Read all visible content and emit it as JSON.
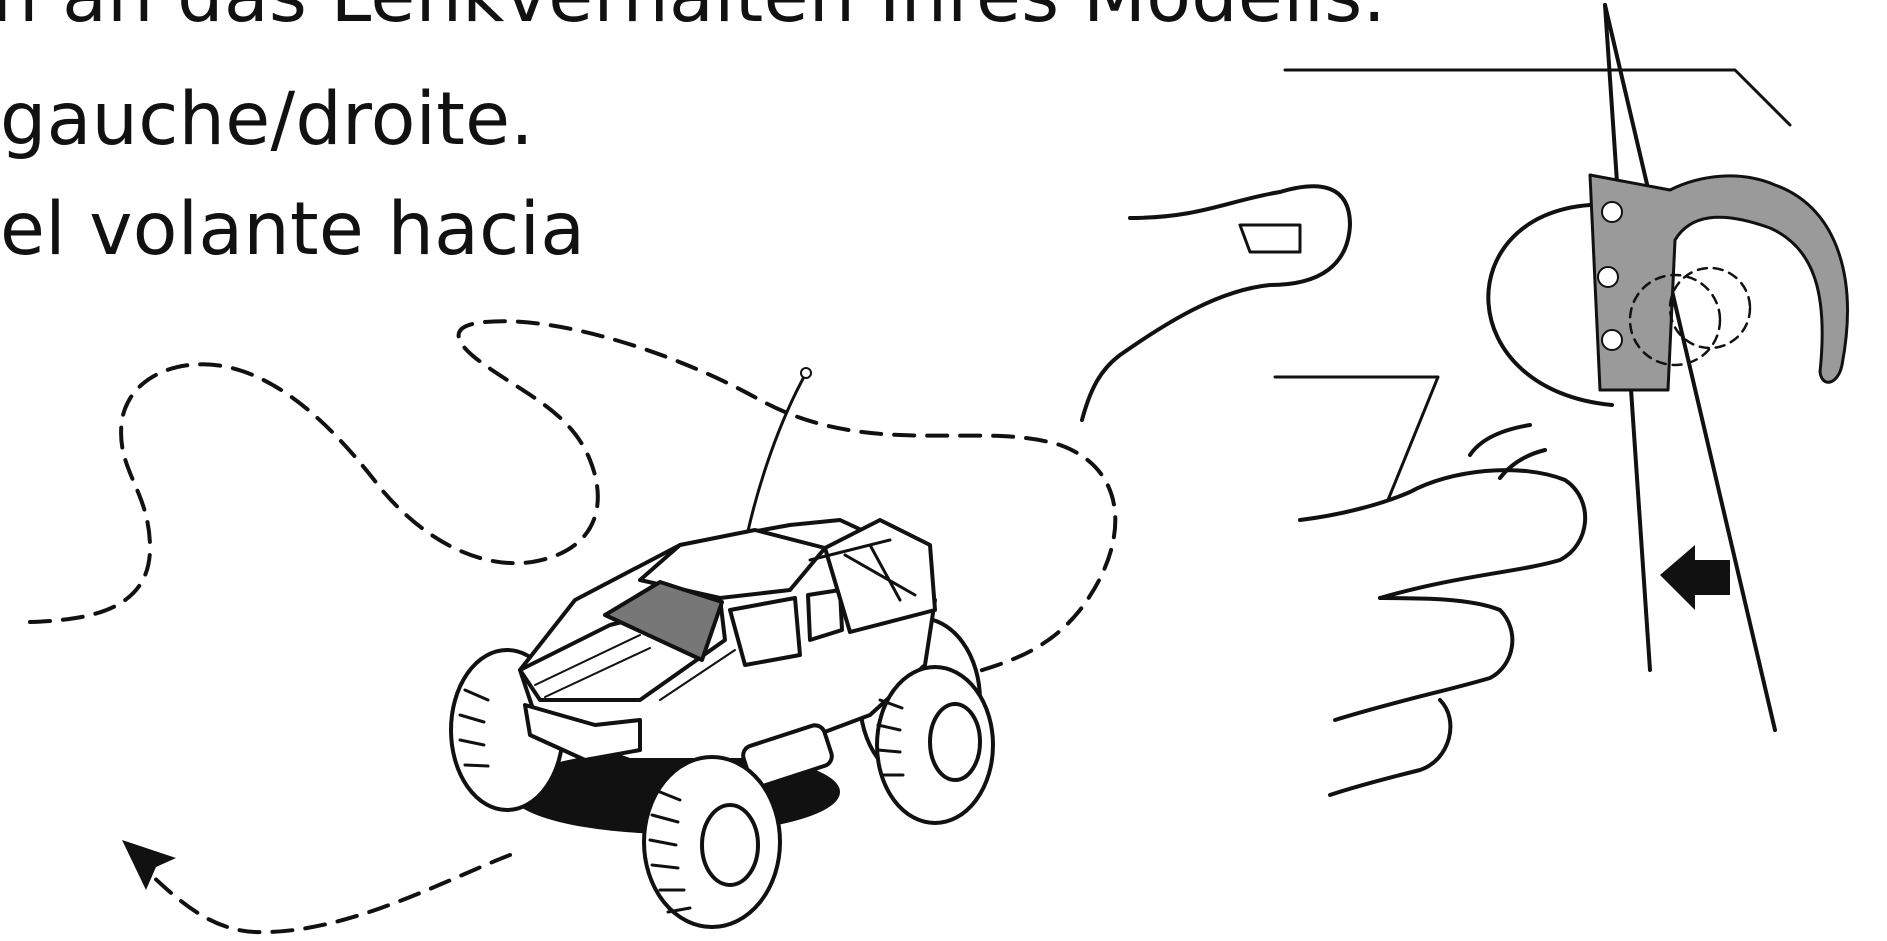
{
  "document": {
    "text_lines": {
      "german": "n an das Lenkverhalten Ihres Modells.",
      "french": "gauche/droite.",
      "spanish": "el volante hacia"
    }
  },
  "illustration": {
    "left": {
      "subject": "rc-monster-truck",
      "path_style": "dashed",
      "direction_indicator": "arrowhead"
    },
    "right": {
      "subject": "transmitter-steering-trigger-with-hand",
      "direction_indicator": "left-arrow"
    }
  },
  "colors": {
    "ink": "#111111",
    "trigger_gray": "#9a9a9a",
    "window_gray": "#777777",
    "background": "#ffffff"
  }
}
